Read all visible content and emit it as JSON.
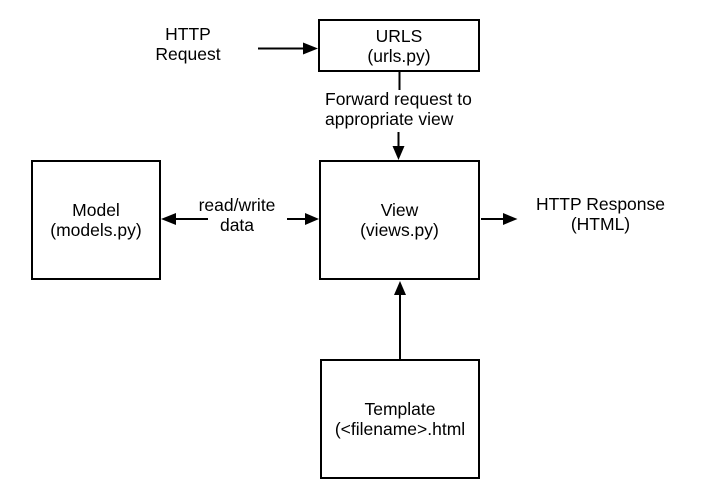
{
  "boxes": {
    "urls": {
      "title": "URLS",
      "subtitle": "(urls.py)"
    },
    "model": {
      "title": "Model",
      "subtitle": "(models.py)"
    },
    "view": {
      "title": "View",
      "subtitle": "(views.py)"
    },
    "template": {
      "title": "Template",
      "subtitle": "(<filename>.html"
    }
  },
  "labels": {
    "http_request": {
      "line1": "HTTP",
      "line2": "Request"
    },
    "forward": {
      "line1": "Forward request to",
      "line2": "appropriate view"
    },
    "read_write": {
      "line1": "read/write",
      "line2": "data"
    },
    "http_response": {
      "line1": "HTTP Response",
      "line2": "(HTML)"
    }
  },
  "arrows": {
    "request_to_urls": "arrow-right",
    "urls_to_view": "arrow-down",
    "view_to_model": "arrow-left",
    "view_from_label_right": "arrow-right",
    "view_to_response": "arrow-right",
    "template_to_view": "arrow-up"
  },
  "colors": {
    "stroke": "#000000",
    "background": "#ffffff",
    "text": "#000000"
  }
}
